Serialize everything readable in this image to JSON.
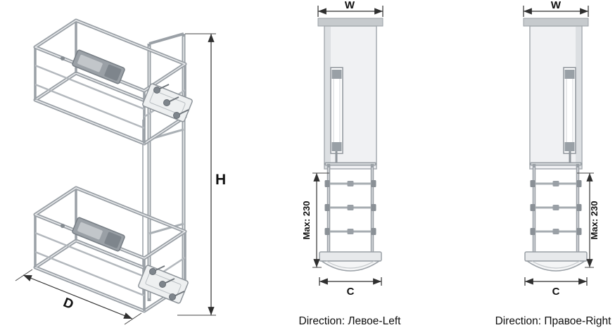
{
  "iso_view": {
    "height_label": "H",
    "depth_label": "D"
  },
  "front_left": {
    "width_label": "W",
    "max_height_label": "Max: 230",
    "basket_width_label": "C",
    "caption": "Direction: Левое-Left"
  },
  "front_right": {
    "width_label": "W",
    "max_height_label": "Max: 230",
    "basket_width_label": "C",
    "caption": "Direction: Правое-Right"
  },
  "colors": {
    "line_art": "#9aa0a6",
    "line_highlight": "#e8eaec",
    "detail_dark": "#7e858c",
    "panel_fill": "#f0f1f3",
    "dimension": "#2f2f2f"
  }
}
